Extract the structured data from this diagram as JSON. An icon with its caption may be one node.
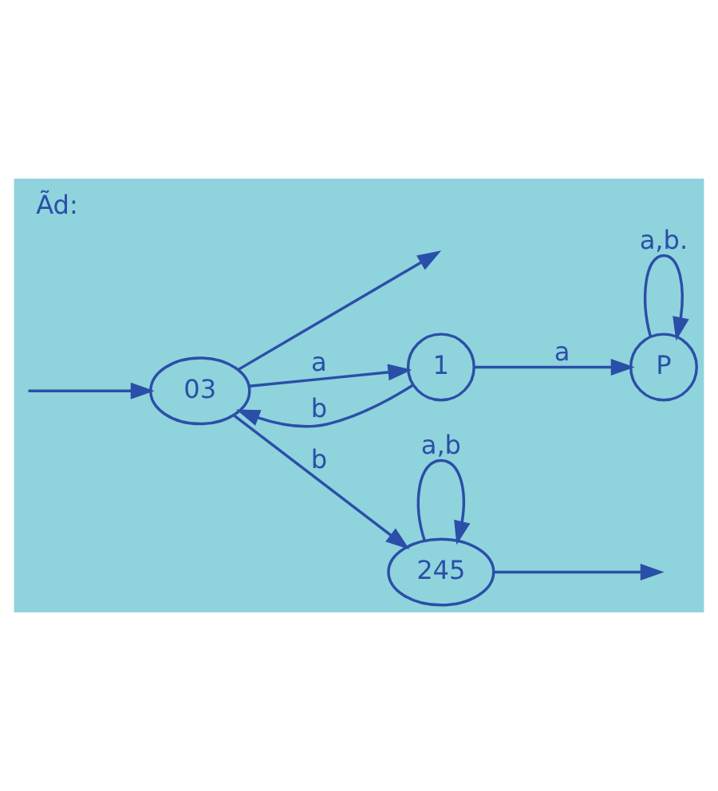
{
  "diagram": {
    "title": "Ãd:",
    "nodes": [
      {
        "text": [
          "03"
        ]
      },
      {
        "text": [
          "1"
        ]
      },
      {
        "text": [
          "245"
        ]
      },
      {
        "text": [
          "P"
        ]
      }
    ],
    "edges": [
      {
        "from": 0,
        "to": null,
        "arrow": "to"
      },
      {
        "from": null,
        "to": 0,
        "arrow": "to"
      },
      {
        "from": 0,
        "to": 1,
        "arrow": "to",
        "label": "a"
      },
      {
        "from": 1,
        "to": 0,
        "arrow": "to",
        "label": "b"
      },
      {
        "from": 0,
        "to": 2,
        "arrow": "to",
        "label": "b"
      },
      {
        "from": 1,
        "to": 3,
        "arrow": "to",
        "label": "a"
      },
      {
        "from": 2,
        "to": null,
        "arrow": "to"
      },
      {
        "from": 2,
        "to": 2,
        "arrow": "to",
        "label": "a,b"
      },
      {
        "from": 3,
        "to": 3,
        "arrow": "to",
        "label": "a,b."
      }
    ]
  }
}
